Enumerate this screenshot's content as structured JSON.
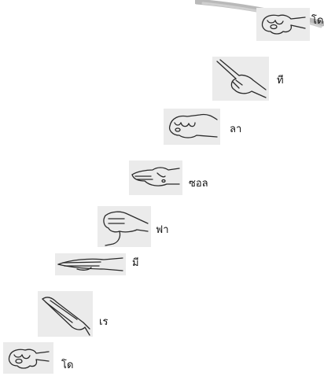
{
  "colors": {
    "background": "#ffffff",
    "hand_box": "#ebebeb",
    "ink": "#2a2a2a",
    "decorative_stroke": "#b9b9b9"
  },
  "steps": [
    {
      "label": "โด",
      "icon": "fist-hand-icon"
    },
    {
      "label": "เร",
      "icon": "flat-hand-raised-icon"
    },
    {
      "label": "มี",
      "icon": "flat-hand-horizontal-icon"
    },
    {
      "label": "ฟา",
      "icon": "thumb-down-hand-icon"
    },
    {
      "label": "ซอล",
      "icon": "open-palm-hand-icon"
    },
    {
      "label": "ลา",
      "icon": "cupped-hand-icon"
    },
    {
      "label": "ที",
      "icon": "pointing-hand-icon"
    },
    {
      "label": "โด",
      "icon": "fist-hand-icon"
    }
  ]
}
